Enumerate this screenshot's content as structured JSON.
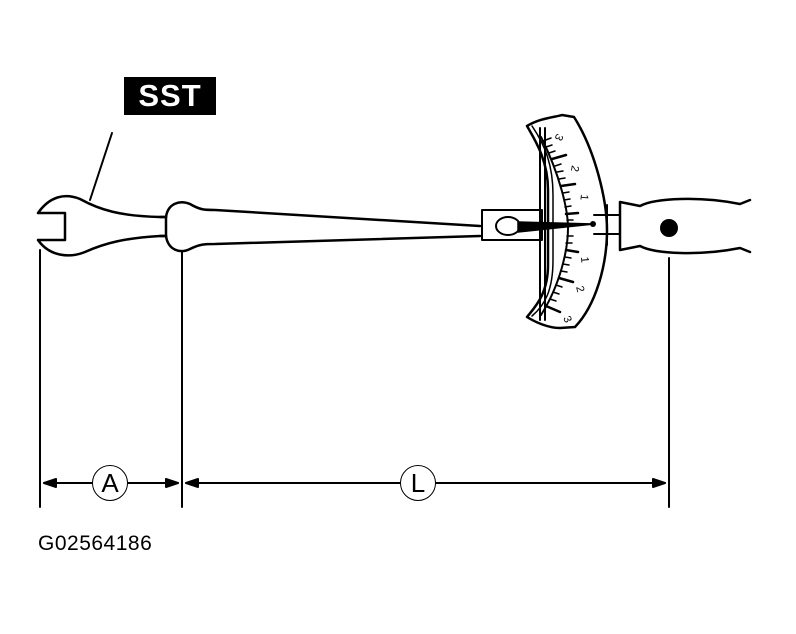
{
  "diagram": {
    "title_label": "SST",
    "figure_id": "G02564186",
    "dimensions": {
      "a_label": "A",
      "l_label": "L"
    },
    "gauge": {
      "upper_scale": [
        "3",
        "2",
        "1"
      ],
      "lower_scale": [
        "1",
        "2",
        "3"
      ],
      "zero_position": "center"
    },
    "components": [
      "SST wrench adapter",
      "torque wrench beam",
      "deflection gauge",
      "handle with pivot dot"
    ],
    "colors": {
      "line": "#000000",
      "background": "#ffffff",
      "label_bg": "#000000",
      "label_text": "#ffffff"
    }
  }
}
